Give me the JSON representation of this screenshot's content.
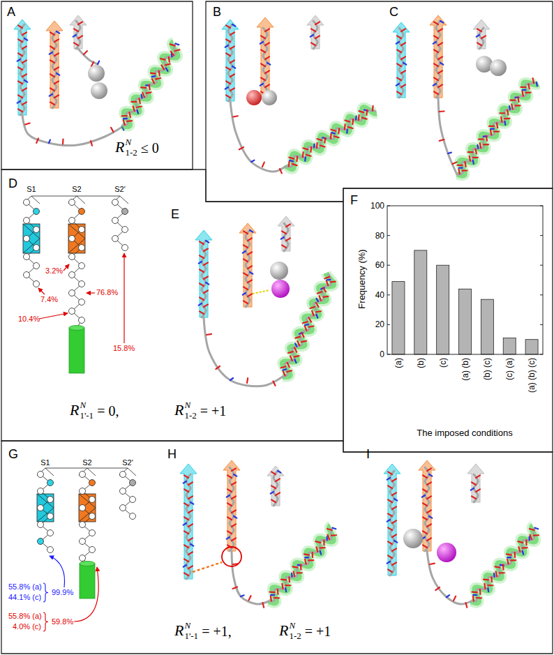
{
  "diagram": {
    "nodes": [
      {
        "text": [
          "A"
        ]
      },
      {
        "text": [
          "B",
          "C"
        ]
      },
      {
        "text": [
          "D",
          "E"
        ]
      },
      {
        "text": [
          "F"
        ]
      },
      {
        "text": [
          "G",
          "H",
          "I"
        ]
      }
    ],
    "labels": [
      "R",
      "N",
      "1-2",
      "≤ 0",
      "S1",
      "S2",
      "S2'",
      "3.2%",
      "7.4%",
      "76.8%",
      "10.4%",
      "15.8%",
      "R",
      "N",
      "1'-1",
      "= 0,",
      "R",
      "N",
      "1-2",
      "= +1",
      "Frequency (%)",
      "0",
      "20",
      "40",
      "60",
      "80",
      "100",
      "(a)",
      "(b)",
      "(c)",
      "(a) (b)",
      "(b) (c)",
      "(c) (a)",
      "(a) (b) (c)",
      "The imposed conditions",
      "S1",
      "S2",
      "S2'",
      "55.8% (a)",
      "44.1% (c)",
      "99.9%",
      "55.8% (a)",
      "4.0% (c)",
      "59.8%",
      "R",
      "N",
      "1'-1",
      "= +1,",
      "R",
      "N",
      "1-2",
      "= +1"
    ]
  }
}
